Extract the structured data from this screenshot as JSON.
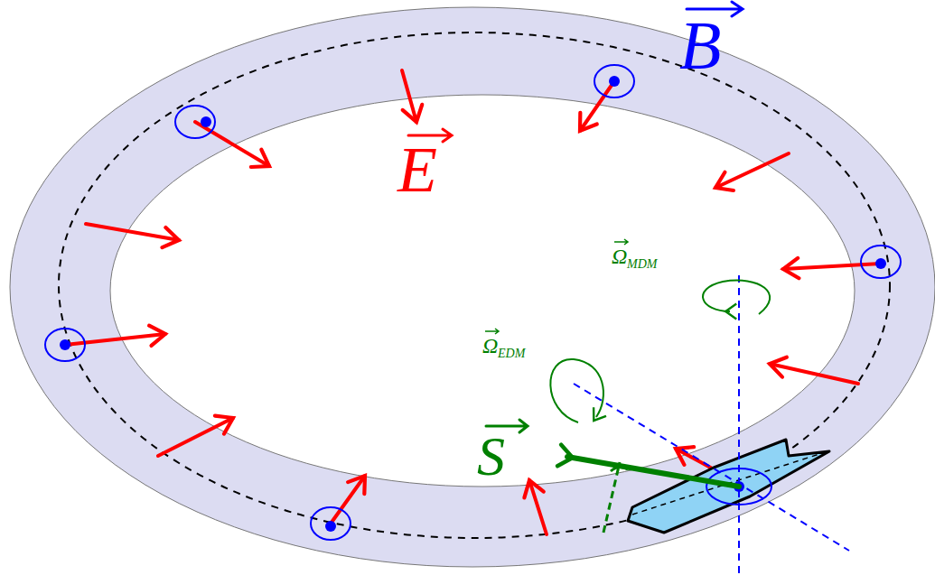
{
  "diagram": {
    "labels": [
      "B",
      "E",
      "S",
      "Ω",
      "MDM",
      "Ω",
      "EDM"
    ]
  }
}
